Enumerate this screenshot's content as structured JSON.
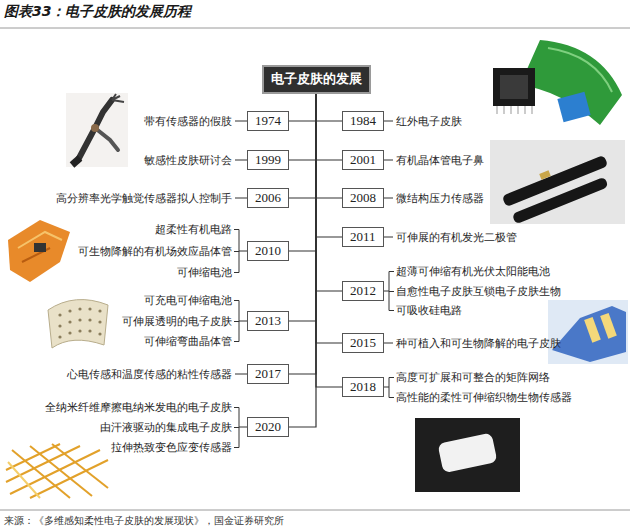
{
  "diagram": {
    "title": "图表33：电子皮肤的发展历程",
    "caption": "来源：《多维感知柔性电子皮肤的发展现状》，国金证券研究所",
    "nodes": [
      {
        "text": [
          "电子皮肤的发展"
        ]
      },
      {
        "text": [
          "1974"
        ]
      },
      {
        "text": [
          "1984"
        ]
      },
      {
        "text": [
          "1999"
        ]
      },
      {
        "text": [
          "2001"
        ]
      },
      {
        "text": [
          "2006"
        ]
      },
      {
        "text": [
          "2008"
        ]
      },
      {
        "text": [
          "2010"
        ]
      },
      {
        "text": [
          "2011"
        ]
      },
      {
        "text": [
          "2012"
        ]
      },
      {
        "text": [
          "2013"
        ]
      },
      {
        "text": [
          "2015"
        ]
      },
      {
        "text": [
          "2017"
        ]
      },
      {
        "text": [
          "2018"
        ]
      },
      {
        "text": [
          "2020"
        ]
      }
    ],
    "edges": [
      {
        "from": 0,
        "to": 1,
        "arrow": "none"
      },
      {
        "from": 0,
        "to": 2,
        "arrow": "none"
      },
      {
        "from": 0,
        "to": 3,
        "arrow": "none"
      },
      {
        "from": 0,
        "to": 4,
        "arrow": "none"
      },
      {
        "from": 0,
        "to": 5,
        "arrow": "none"
      },
      {
        "from": 0,
        "to": 6,
        "arrow": "none"
      },
      {
        "from": 0,
        "to": 7,
        "arrow": "none"
      },
      {
        "from": 0,
        "to": 8,
        "arrow": "none"
      },
      {
        "from": 0,
        "to": 9,
        "arrow": "none"
      },
      {
        "from": 0,
        "to": 10,
        "arrow": "none"
      },
      {
        "from": 0,
        "to": 11,
        "arrow": "none"
      },
      {
        "from": 0,
        "to": 12,
        "arrow": "none"
      },
      {
        "from": 0,
        "to": 13,
        "arrow": "none"
      },
      {
        "from": 0,
        "to": 14,
        "arrow": "none"
      }
    ],
    "labels": [
      "带有传感器的假肢",
      "红外电子皮肤",
      "敏感性皮肤研讨会",
      "有机晶体管电子鼻",
      "高分辨率光学触觉传感器拟人控制手",
      "微结构压力传感器",
      "超柔性有机电路",
      "可生物降解的有机场效应晶体管",
      "可伸缩电池",
      "可伸展的有机发光二极管",
      "超薄可伸缩有机光伏太阳能电池",
      "自愈性电子皮肤互锁电子皮肤生物",
      "可吸收硅电路",
      "可充电可伸缩电池",
      "可伸展透明的电子皮肤",
      "可伸缩弯曲晶体管",
      "种可植入和可生物降解的电子皮肤",
      "心电传感和温度传感的粘性传感器",
      "高度可扩展和可整合的矩阵网络",
      "高性能的柔性可伸缩织物生物传感器",
      "全纳米纤维摩擦电纳米发电的电子皮肤",
      "由汗液驱动的集成电子皮肤",
      "拉伸热致变色应变传感器"
    ]
  }
}
